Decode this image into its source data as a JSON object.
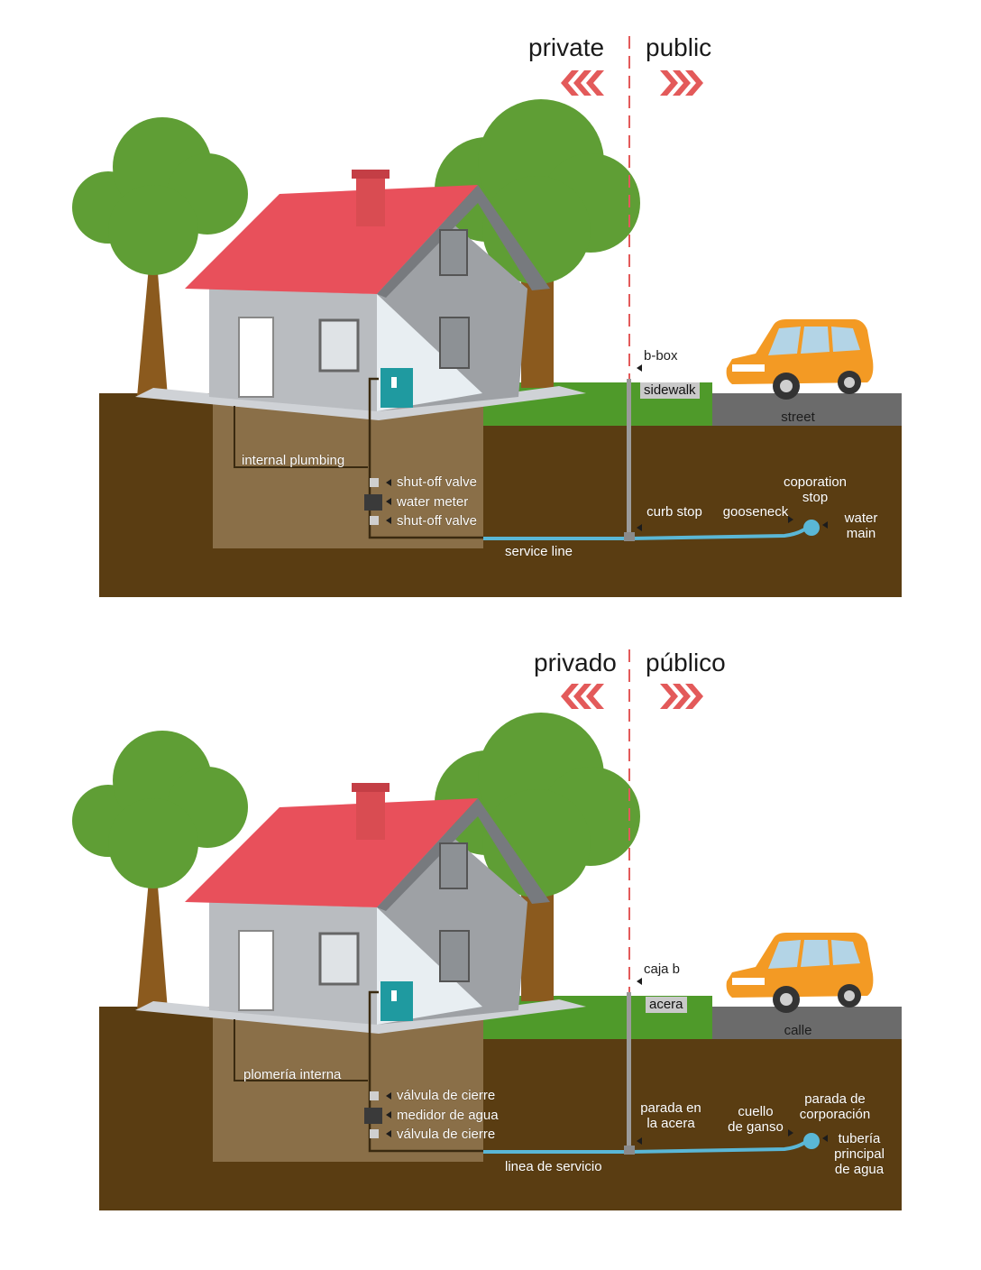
{
  "panels": [
    {
      "language": "en",
      "private": "private",
      "public": "public",
      "labels": {
        "b_box": "b-box",
        "sidewalk": "sidewalk",
        "street": "street",
        "internal_plumbing": "internal plumbing",
        "shutoff_valve_top": "shut-off valve",
        "water_meter": "water meter",
        "shutoff_valve_bottom": "shut-off valve",
        "service_line": "service line",
        "curb_stop": "curb stop",
        "gooseneck": "gooseneck",
        "corporation_stop": [
          "coporation",
          "stop"
        ],
        "water_main": [
          "water",
          "main"
        ]
      }
    },
    {
      "language": "es",
      "private": "privado",
      "public": "público",
      "labels": {
        "b_box": "caja b",
        "sidewalk": "acera",
        "street": "calle",
        "internal_plumbing": "plomería interna",
        "shutoff_valve_top": "válvula de cierre",
        "water_meter": "medidor de agua",
        "shutoff_valve_bottom": "válvula de cierre",
        "service_line": "linea de servicio",
        "curb_stop": [
          "parada en",
          "la acera"
        ],
        "gooseneck": [
          "cuello",
          "de ganso"
        ],
        "corporation_stop": [
          "parada de",
          "corporación"
        ],
        "water_main": [
          "tubería",
          "principal",
          "de agua"
        ]
      }
    }
  ],
  "colors": {
    "soil": "#5a3d12",
    "basement": "#8a6f48",
    "grass": "#4f9a2a",
    "street": "#6b6b6b",
    "roof": "#e8505b",
    "wall": "#b9bcc0",
    "tree_foliage": "#5f9e35",
    "tree_trunk": "#8b5a1e",
    "pipe": "#5ab7d6",
    "arrow": "#e35a5a",
    "car": "#f39a24"
  }
}
